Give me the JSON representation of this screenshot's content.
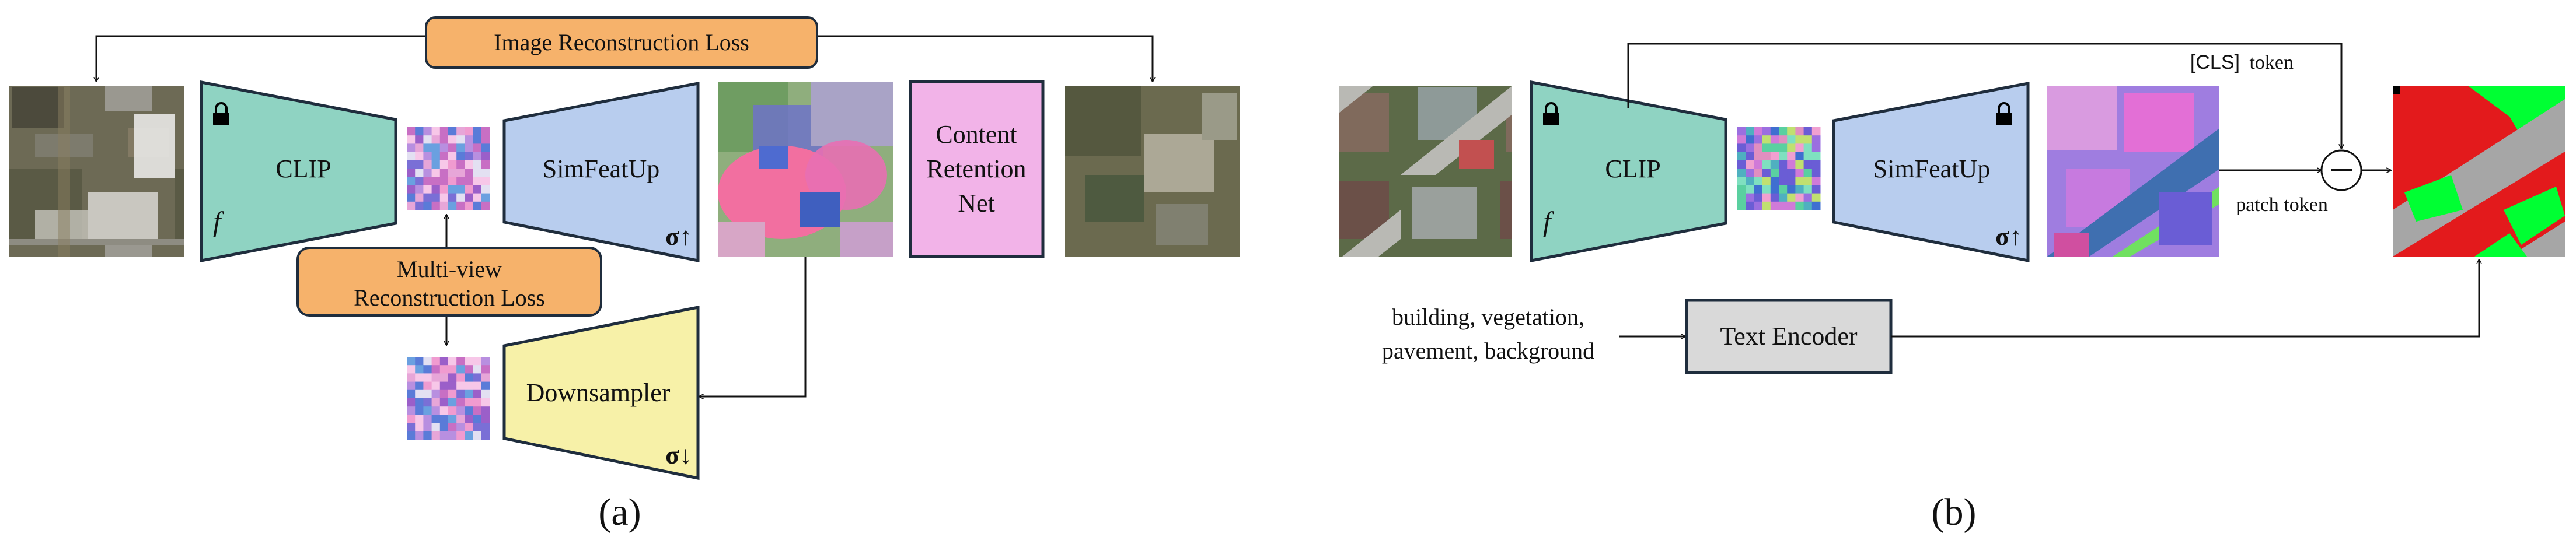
{
  "panel_a": {
    "caption": "(a)",
    "image_reconstruction_loss": "Image Reconstruction Loss",
    "multiview_loss_line1": "Multi-view",
    "multiview_loss_line2": "Reconstruction Loss",
    "clip_label": "CLIP",
    "clip_symbol": "f",
    "simfeatup_label": "SimFeatUp",
    "simfeatup_symbol": "σ↑",
    "downsampler_label": "Downsampler",
    "downsampler_symbol": "σ↓",
    "crn_line1": "Content",
    "crn_line2": "Retention",
    "crn_line3": "Net"
  },
  "panel_b": {
    "caption": "(b)",
    "clip_label": "CLIP",
    "clip_symbol": "f",
    "simfeatup_label": "SimFeatUp",
    "simfeatup_symbol": "σ↑",
    "cls_token_label": "[CLS]",
    "cls_token_suffix": "token",
    "patch_token_label": "patch token",
    "text_line1": "building, vegetation,",
    "text_line2": "pavement, background",
    "text_encoder_label": "Text Encoder"
  },
  "colors": {
    "clip_fill": "#8fd3c2",
    "simfeatup_fill": "#b8cdee",
    "downsampler_fill": "#f7f1a8",
    "crn_fill": "#f2b3e8",
    "loss_fill": "#f6b26b",
    "text_encoder_fill": "#d9d9d9",
    "stroke": "#1f2d3d",
    "seg_red": "#e31a1c",
    "seg_green": "#00ff33",
    "seg_gray": "#a6a6a6"
  },
  "icons": [
    "lock-icon",
    "minus-circle-icon",
    "arrow-icon"
  ]
}
